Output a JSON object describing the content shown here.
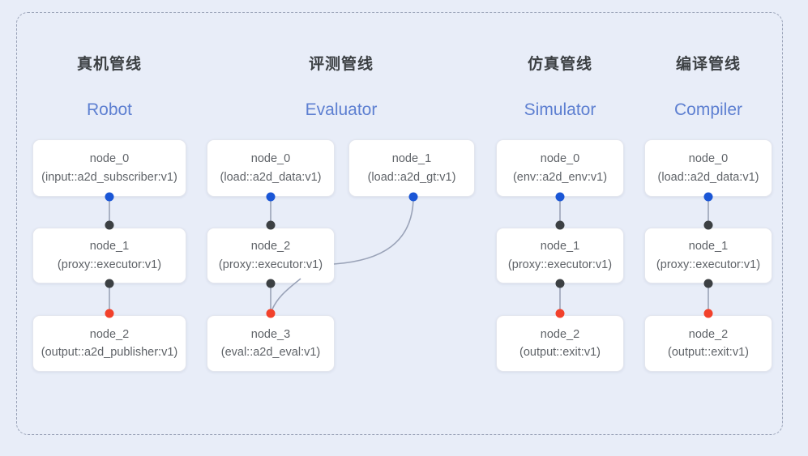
{
  "diagram": {
    "background_color": "#e8edf8",
    "frame_style": "dashed-rounded",
    "accent_subtitle_color": "#5d7fd1",
    "port_colors": {
      "input": "#1a56d6",
      "middle": "#3c4043",
      "output": "#f2412b"
    }
  },
  "columns": [
    {
      "key": "robot",
      "title": "真机管线",
      "subtitle": "Robot",
      "nodes": [
        {
          "id": "node_0",
          "type": "(input::a2d_subscriber:v1)"
        },
        {
          "id": "node_1",
          "type": "(proxy::executor:v1)"
        },
        {
          "id": "node_2",
          "type": "(output::a2d_publisher:v1)"
        }
      ]
    },
    {
      "key": "evaluator",
      "title": "评测管线",
      "subtitle": "Evaluator",
      "nodes": [
        {
          "id": "node_0",
          "type": "(load::a2d_data:v1)"
        },
        {
          "id": "node_1",
          "type": "(load::a2d_gt:v1)"
        },
        {
          "id": "node_2",
          "type": "(proxy::executor:v1)"
        },
        {
          "id": "node_3",
          "type": "(eval::a2d_eval:v1)"
        }
      ]
    },
    {
      "key": "simulator",
      "title": "仿真管线",
      "subtitle": "Simulator",
      "nodes": [
        {
          "id": "node_0",
          "type": "(env::a2d_env:v1)"
        },
        {
          "id": "node_1",
          "type": "(proxy::executor:v1)"
        },
        {
          "id": "node_2",
          "type": "(output::exit:v1)"
        }
      ]
    },
    {
      "key": "compiler",
      "title": "编译管线",
      "subtitle": "Compiler",
      "nodes": [
        {
          "id": "node_0",
          "type": "(load::a2d_data:v1)"
        },
        {
          "id": "node_1",
          "type": "(proxy::executor:v1)"
        },
        {
          "id": "node_2",
          "type": "(output::exit:v1)"
        }
      ]
    }
  ]
}
